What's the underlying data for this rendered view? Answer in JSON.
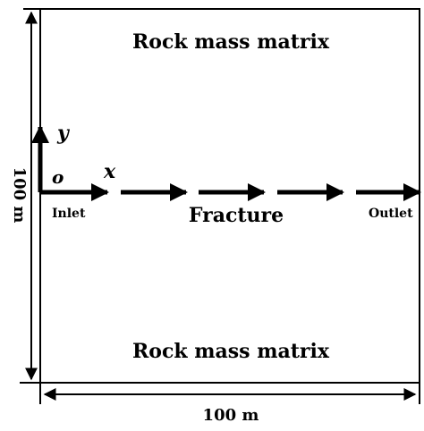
{
  "labels": {
    "matrix_top": "Rock mass matrix",
    "matrix_bottom": "Rock mass matrix",
    "fracture": "Fracture",
    "inlet": "Inlet",
    "outlet": "Outlet",
    "origin": "o",
    "axis_x": "x",
    "axis_y": "y",
    "dim_height": "100 m",
    "dim_width": "100 m"
  },
  "colors": {
    "stroke": "#000000",
    "background": "#ffffff"
  }
}
